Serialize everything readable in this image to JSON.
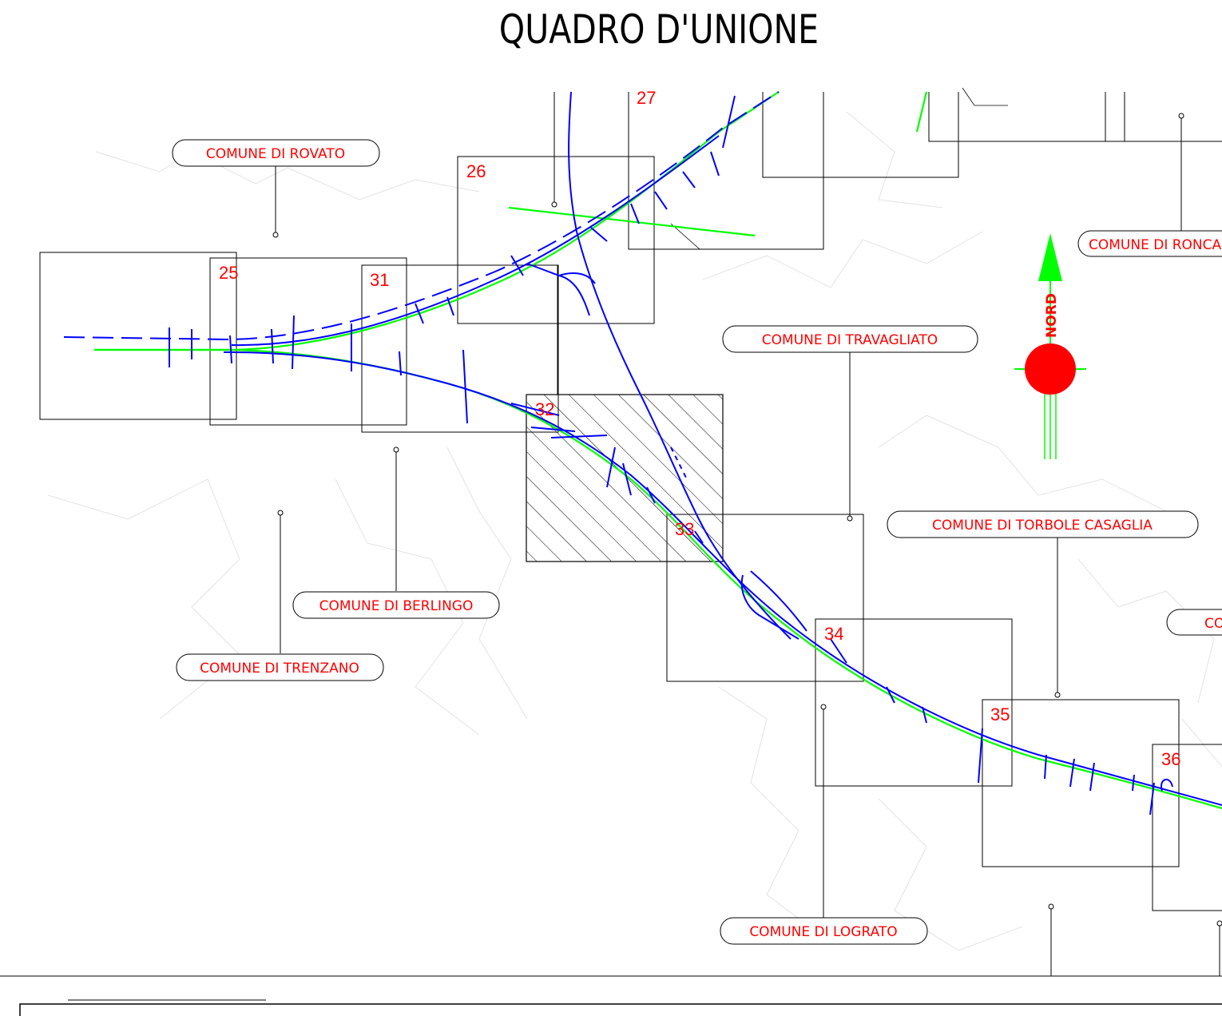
{
  "title": "QUADRO D'UNIONE",
  "north_label": "NORD",
  "colors": {
    "axis_green": "#00ff00",
    "track_blue": "#0000ff",
    "label_red": "#ff0000",
    "frame_black": "#000000",
    "north_red": "#ff0000"
  },
  "sheets": [
    {
      "number": "25"
    },
    {
      "number": "26"
    },
    {
      "number": "27"
    },
    {
      "number": "31"
    },
    {
      "number": "32",
      "highlighted": true
    },
    {
      "number": "33"
    },
    {
      "number": "34"
    },
    {
      "number": "35"
    },
    {
      "number": "36"
    }
  ],
  "comuni": [
    {
      "label": "COMUNE DI ROVATO"
    },
    {
      "label": "COMUNE DI RONCA"
    },
    {
      "label": "COMUNE DI TRAVAGLIATO"
    },
    {
      "label": "COMUNE DI TORBOLE CASAGLIA"
    },
    {
      "label": "COMUNE DI BERLINGO"
    },
    {
      "label": "COMUNE DI TRENZANO"
    },
    {
      "label": "COMUNE DI LOGRATO"
    },
    {
      "label": "CO"
    }
  ]
}
